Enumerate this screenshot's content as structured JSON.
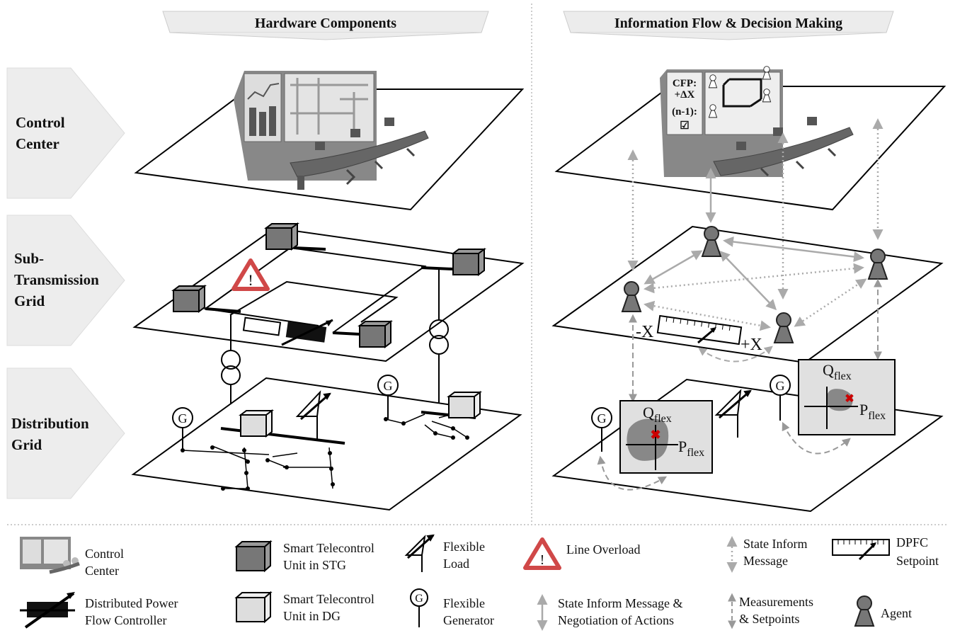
{
  "headers": {
    "left": "Hardware Components",
    "right": "Information Flow & Decision Making"
  },
  "side_labels": {
    "control_center": [
      "Control",
      "Center"
    ],
    "sub_transmission": [
      "Sub-",
      "Transmission",
      "Grid"
    ],
    "distribution": [
      "Distribution",
      "Grid"
    ]
  },
  "screen_text": {
    "cfp": [
      "CFP:",
      "+ΔX"
    ],
    "n1": [
      "(n-1):",
      "☑"
    ]
  },
  "dpfc_scale": {
    "minus": "-X",
    "plus": "+X"
  },
  "flex_plot": {
    "q": "Q",
    "p": "P",
    "sub": "flex"
  },
  "generator_symbol": "G",
  "warning_symbol": "!",
  "legend": {
    "control_center": [
      "Control",
      "Center"
    ],
    "dpfc": [
      "Distributed Power",
      "Flow Controller"
    ],
    "stu_stg": [
      "Smart Telecontrol",
      "Unit in STG"
    ],
    "stu_dg": [
      "Smart Telecontrol",
      "Unit in DG"
    ],
    "flex_load": [
      "Flexible",
      "Load"
    ],
    "flex_gen": [
      "Flexible",
      "Generator"
    ],
    "line_overload": [
      "Line Overload"
    ],
    "state_inform_negotiation": [
      "State Inform Message &",
      "Negotiation of Actions"
    ],
    "state_inform": [
      "State Inform",
      "Message"
    ],
    "measurements": [
      "Measurements",
      "& Setpoints"
    ],
    "dpfc_setpoint": [
      "DPFC",
      "Setpoint"
    ],
    "agent": [
      "Agent"
    ]
  }
}
